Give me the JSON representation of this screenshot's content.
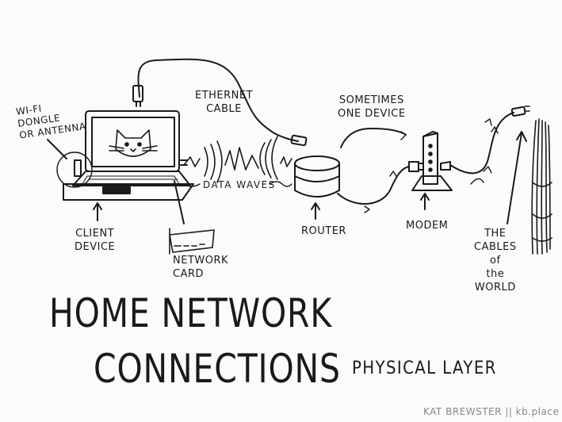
{
  "title_line1": "Home Network",
  "title_line2": "Connections",
  "subtitle": "Physical Layer",
  "credit": "KAT BREWSTER || kb.place",
  "labels": {
    "wifi": [
      "Wi-Fi",
      "Dongle",
      "or Antenna"
    ],
    "ethernet": [
      "Ethernet",
      "Cable"
    ],
    "sometimes": [
      "Sometimes",
      "one device"
    ],
    "data_waves": "Data Waves",
    "client": [
      "Client",
      "Device"
    ],
    "network_card": [
      "Network",
      "Card"
    ],
    "router": "Router",
    "modem": "Modem",
    "cables": [
      "The",
      "Cables",
      "of",
      "the",
      "World"
    ]
  },
  "colors": {
    "ink": "#1a1a1a",
    "paper": "#fbfbfb",
    "credit": "#888888"
  }
}
